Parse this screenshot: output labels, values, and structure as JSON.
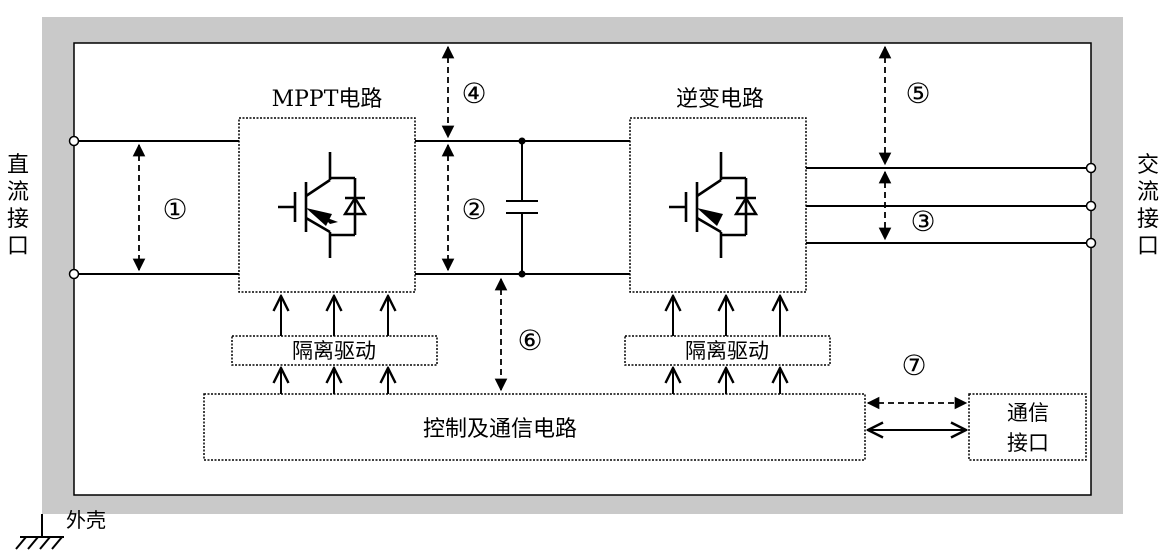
{
  "labels": {
    "dc_port": [
      "直",
      "流",
      "接",
      "口"
    ],
    "ac_port": [
      "交",
      "流",
      "接",
      "口"
    ],
    "mppt_title": "MPPT电路",
    "inverter_title": "逆变电路",
    "driver_left": "隔离驱动",
    "driver_right": "隔离驱动",
    "control": "控制及通信电路",
    "comm_port": [
      "通信",
      "接口"
    ],
    "enclosure": "外壳"
  },
  "markers": [
    "①",
    "②",
    "③",
    "④",
    "⑤",
    "⑥",
    "⑦"
  ],
  "colors": {
    "enclosure": "#c9c9c9",
    "line": "#000000",
    "background": "#ffffff"
  }
}
